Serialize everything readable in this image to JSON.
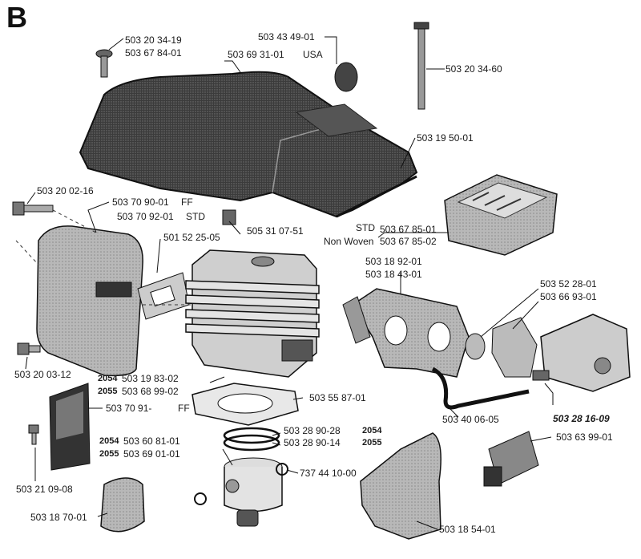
{
  "section_letter": "B",
  "labels": {
    "screw_top_a": "503 20 34-19",
    "screw_top_b": "503 67 84-01",
    "cover": "503 69 31-01",
    "plug": "503 43 49-01",
    "usa": "USA",
    "long_bolt": "503 20 34-60",
    "gasket_cover": "503 19 50-01",
    "bolt_left": "503 20 02-16",
    "muffler_ff": "503 70 90-01",
    "ff1": "FF",
    "muffler_std": "503 70 92-01",
    "std1": "STD",
    "sleeve": "505 31 07-51",
    "muffler_gasket": "501 52 25-05",
    "std2": "STD",
    "filter_std": "503 67 85-01",
    "non_woven": "Non Woven",
    "filter_nw": "503 67 85-02",
    "intake_a": "503 18 92-01",
    "intake_b": "503 18 43-01",
    "flange_a": "503 52 28-01",
    "flange_b": "503 66 93-01",
    "bolt_mid_left": "503 20 03-12",
    "m2054_model": "2054",
    "m2054_part": "503 19 83-02",
    "m2055_model": "2055",
    "m2055_part": "503 68 99-02",
    "cyl_gasket": "503 55 87-01",
    "screen": "503 70 91-",
    "ff2": "FF",
    "fuel_line": "503 40 06-05",
    "carb": "503 28 16-09",
    "ring_a": "503 28 90-28",
    "ring_a_model": "2054",
    "ring_b": "503 28 90-14",
    "ring_b_model": "2055",
    "piston_2054_model": "2054",
    "piston_2054": "503 60 81-01",
    "piston_2055_model": "2055",
    "piston_2055": "503 69 01-01",
    "circlip": "737 44 10-00",
    "screw_bottom": "503 21 09-08",
    "impulse": "503 63 99-01",
    "cover_plate": "503 18 70-01",
    "intake_elbow": "503 18 54-01"
  }
}
